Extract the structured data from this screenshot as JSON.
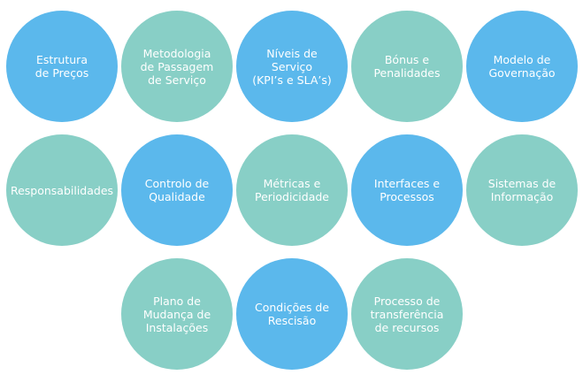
{
  "colors": {
    "blue": "#5bb8ec",
    "teal": "#88cfc6"
  },
  "items": [
    {
      "label": "Estrutura\nde Preços",
      "color": "blue"
    },
    {
      "label": "Metodologia\nde Passagem\nde Serviço",
      "color": "teal"
    },
    {
      "label": "Níveis de\nServiço\n(KPI’s e SLA’s)",
      "color": "blue"
    },
    {
      "label": "Bónus e\nPenalidades",
      "color": "teal"
    },
    {
      "label": "Modelo de\nGovernação",
      "color": "blue"
    },
    {
      "label": "Responsabilidades",
      "color": "teal"
    },
    {
      "label": "Controlo de\nQualidade",
      "color": "blue"
    },
    {
      "label": "Métricas e\nPeriodicidade",
      "color": "teal"
    },
    {
      "label": "Interfaces e\nProcessos",
      "color": "blue"
    },
    {
      "label": "Sistemas de\nInformação",
      "color": "teal"
    },
    {
      "label": "Plano de\nMudança de\nInstalações",
      "color": "teal"
    },
    {
      "label": "Condições de\nRescisão",
      "color": "blue"
    },
    {
      "label": "Processo de\ntransferência\nde recursos",
      "color": "teal"
    }
  ]
}
